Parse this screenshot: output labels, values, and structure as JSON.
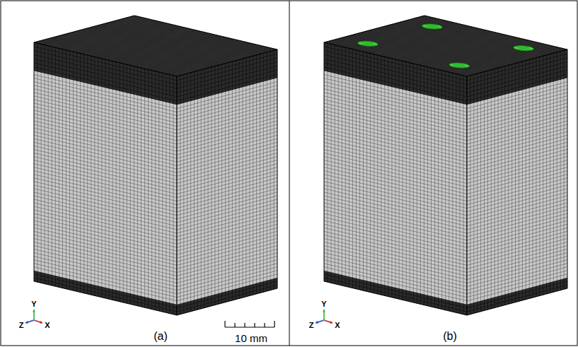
{
  "diagram": {
    "labels": [
      "Y",
      "Z",
      "X",
      "10 mm",
      "(a)",
      "Y",
      "Z",
      "X",
      "(b)"
    ]
  }
}
